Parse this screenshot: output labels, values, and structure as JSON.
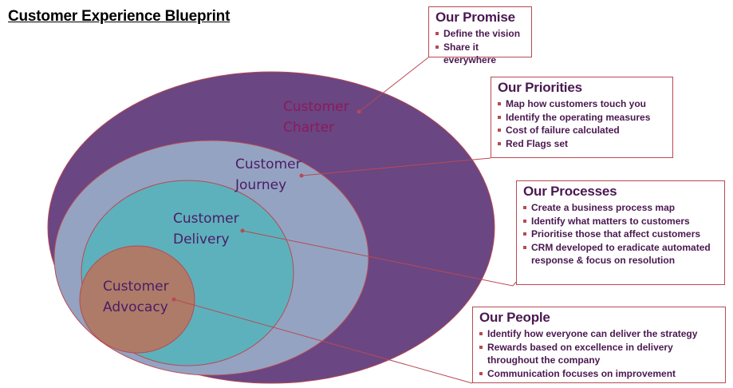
{
  "title": "Customer Experience Blueprint",
  "colors": {
    "charter_fill": "#6a4683",
    "journey_fill": "#94a3c2",
    "delivery_fill": "#5db1bc",
    "advocacy_fill": "#ad7b68",
    "outline": "#b84a52",
    "callout_text": "#4a1850",
    "label_magenta": "#8c1a5a",
    "label_purple": "#4a1c66"
  },
  "rings": {
    "charter": {
      "line1": "Customer",
      "line2": "Charter"
    },
    "journey": {
      "line1": "Customer",
      "line2": "Journey"
    },
    "delivery": {
      "line1": "Customer",
      "line2": "Delivery"
    },
    "advocacy": {
      "line1": "Customer",
      "line2": "Advocacy"
    }
  },
  "callouts": {
    "promise": {
      "heading": "Our Promise",
      "items": [
        "Define the vision",
        "Share it everywhere"
      ]
    },
    "priorities": {
      "heading": "Our Priorities",
      "items": [
        "Map how customers touch you",
        "Identify the operating measures",
        "Cost of failure calculated",
        "Red Flags set"
      ]
    },
    "processes": {
      "heading": "Our Processes",
      "items": [
        "Create a business process map",
        "Identify what matters to customers",
        "Prioritise those that affect customers",
        "CRM developed to eradicate automated response & focus on resolution"
      ]
    },
    "people": {
      "heading": "Our People",
      "items": [
        "Identify how everyone can deliver the strategy",
        "Rewards based on excellence in delivery throughout the company",
        "Communication focuses on improvement"
      ]
    }
  }
}
